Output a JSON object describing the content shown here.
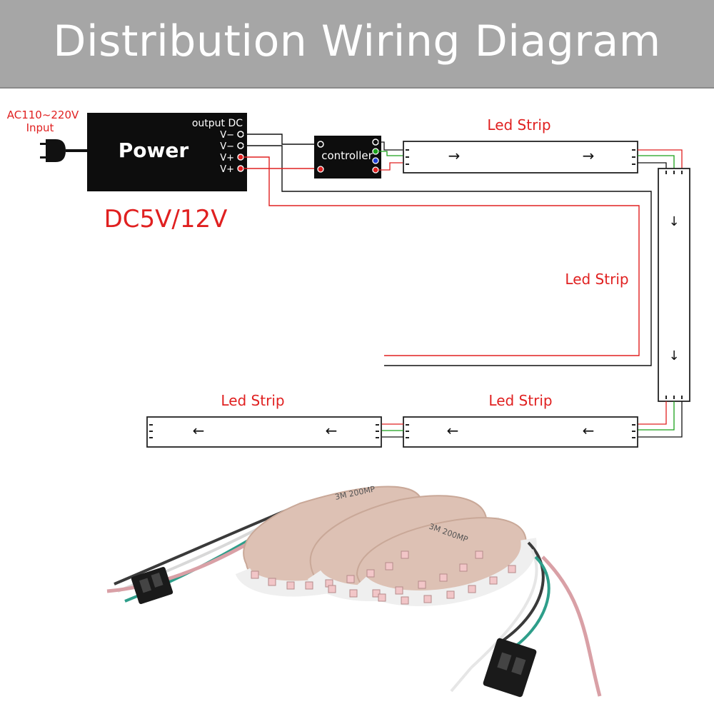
{
  "header": {
    "title": "Distribution Wiring Diagram"
  },
  "input": {
    "line1": "AC110~220V",
    "line2": "Input"
  },
  "power": {
    "label": "Power",
    "output_label": "output DC",
    "terminals": [
      "V−",
      "V−",
      "V+",
      "V+"
    ],
    "voltage": "DC5V/12V"
  },
  "controller": {
    "label": "controller"
  },
  "strips": [
    {
      "label": "Led Strip",
      "direction": "→"
    },
    {
      "label": "Led Strip",
      "direction": "↓"
    },
    {
      "label": "Led Strip",
      "direction": "←"
    },
    {
      "label": "Led Strip",
      "direction": "←"
    }
  ],
  "product_photo": {
    "tape_print_1": "3M 200MP",
    "tape_print_2": "3M 200MP"
  },
  "colors": {
    "accent_red": "#e02020",
    "banner_gray": "#a6a6a6",
    "wire_green": "#1aa01a",
    "wire_blue": "#1e3fd6",
    "wire_gray": "#9a9a9a"
  }
}
